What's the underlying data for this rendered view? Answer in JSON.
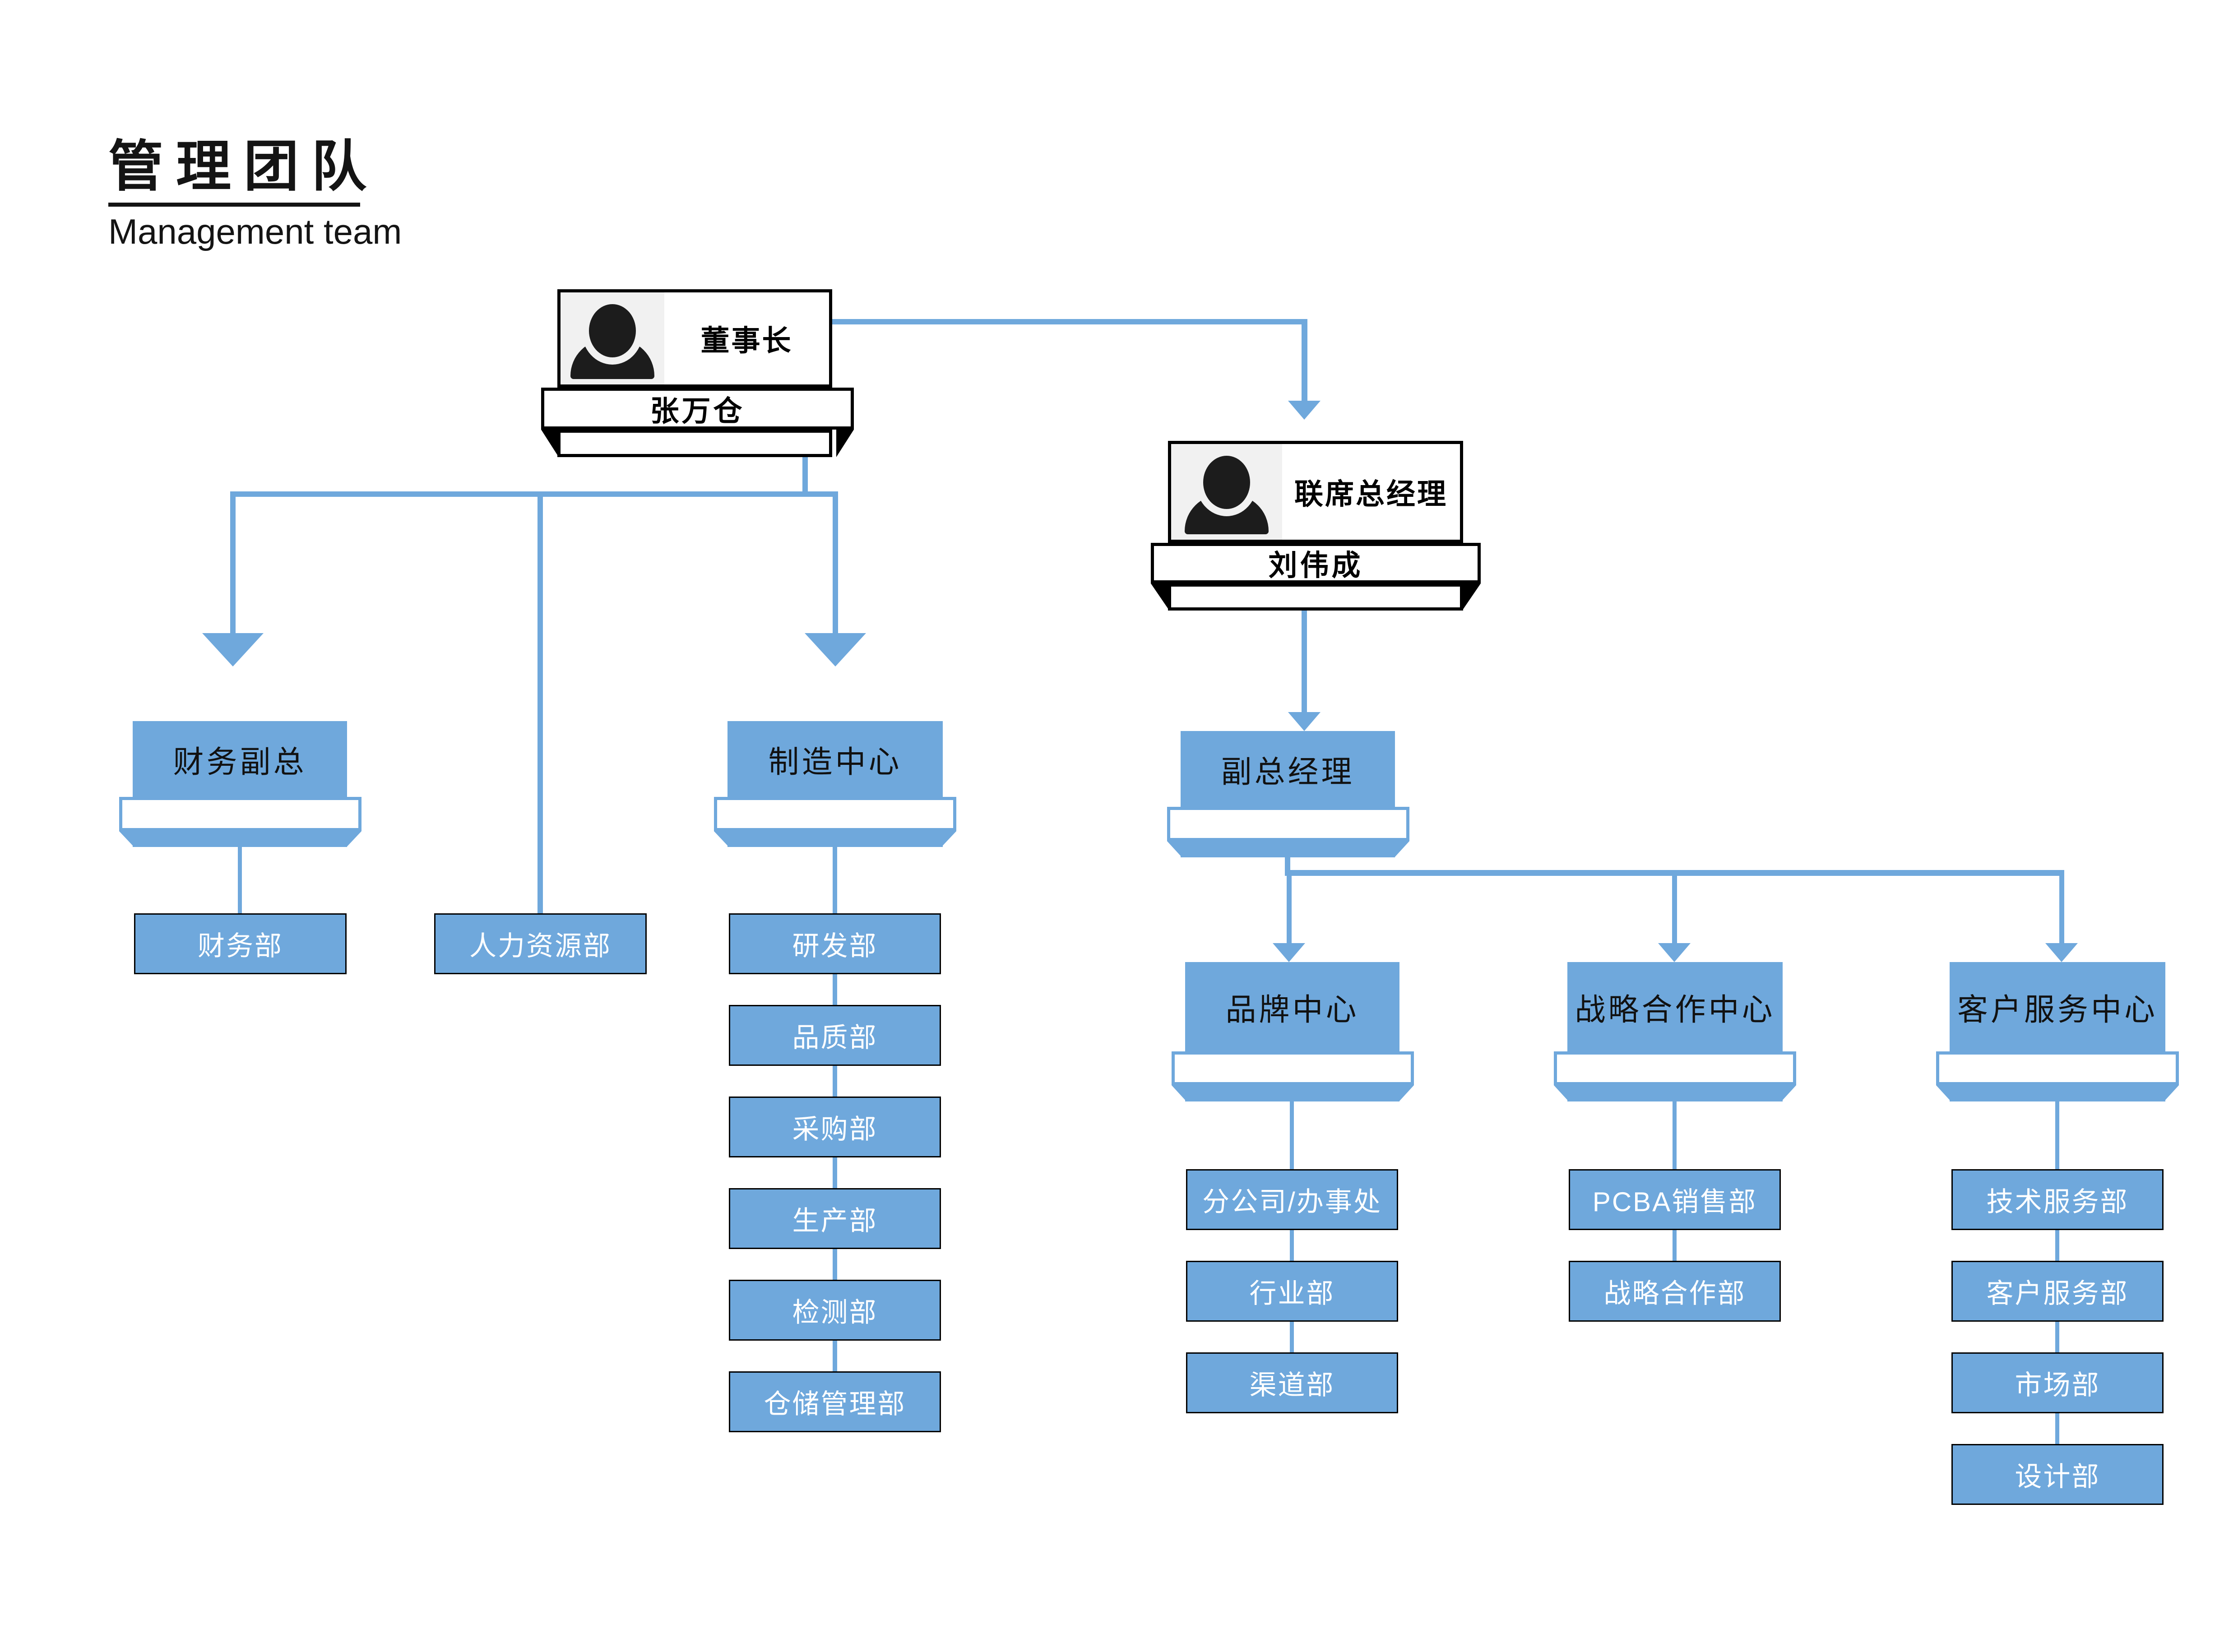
{
  "header": {
    "title": "管理团队",
    "subtitle": "Management team"
  },
  "colors": {
    "accent": "#6FA8DC",
    "line": "#6FA8DC",
    "card_border": "#000000",
    "photo_bg": "#f1f1f1"
  },
  "nodes": {
    "chairman": {
      "title": "董事长",
      "name": "张万仓"
    },
    "cogm": {
      "title": "联席总经理",
      "name": "刘伟成"
    },
    "finance_vp": {
      "title": "财务副总"
    },
    "mfg_center": {
      "title": "制造中心"
    },
    "deputy_gm": {
      "title": "副总经理"
    },
    "brand_center": {
      "title": "品牌中心"
    },
    "strategy_center": {
      "title": "战略合作中心"
    },
    "service_center": {
      "title": "客户服务中心"
    }
  },
  "departments": {
    "finance": [
      "财务部"
    ],
    "hr": [
      "人力资源部"
    ],
    "manufacturing": [
      "研发部",
      "品质部",
      "采购部",
      "生产部",
      "检测部",
      "仓储管理部"
    ],
    "brand": [
      "分公司/办事处",
      "行业部",
      "渠道部"
    ],
    "strategy": [
      "PCBA销售部",
      "战略合作部"
    ],
    "service": [
      "技术服务部",
      "客户服务部",
      "市场部",
      "设计部"
    ]
  }
}
